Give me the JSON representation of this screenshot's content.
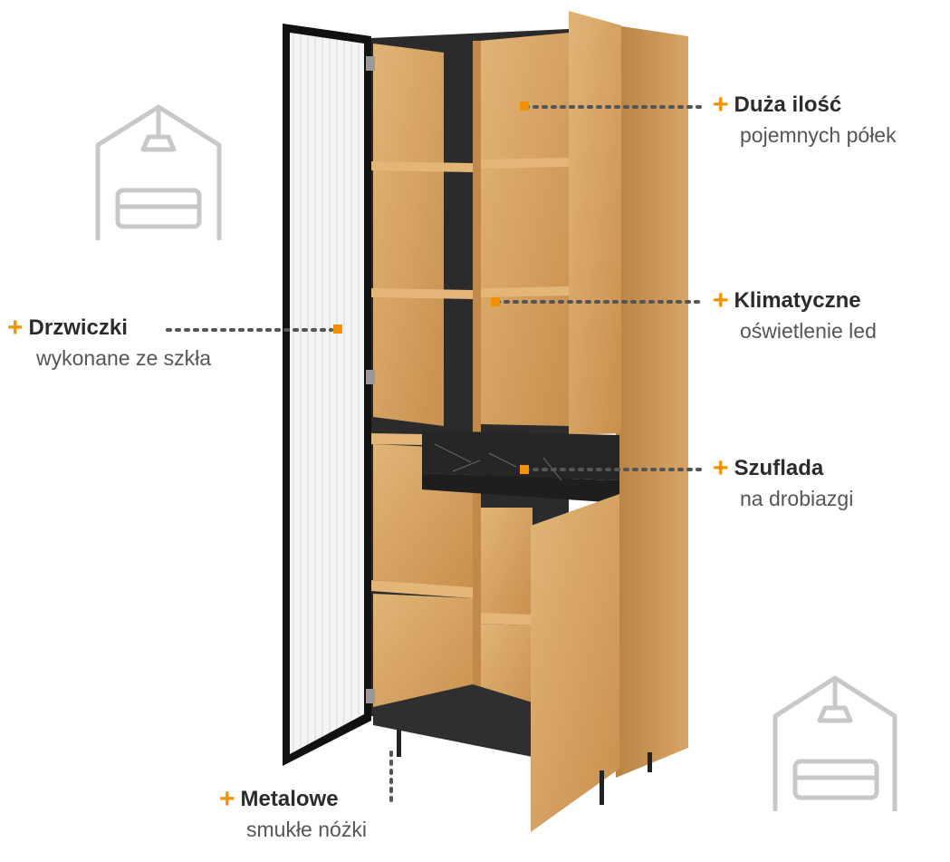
{
  "callouts": {
    "shelves": {
      "title": "Duża ilość",
      "subtitle": "pojemnych półek"
    },
    "lighting": {
      "title": "Klimatyczne",
      "subtitle": "oświetlenie led"
    },
    "door": {
      "title": "Drzwiczki",
      "subtitle": "wykonane ze szkła"
    },
    "drawer": {
      "title": "Szuflada",
      "subtitle": "na drobiazgi"
    },
    "legs": {
      "title": "Metalowe",
      "subtitle": "smukłe nóżki"
    }
  },
  "colors": {
    "accent": "#f39200",
    "oak": "#d9a868",
    "dark": "#2a2a2a",
    "watermark": "#c8c8c8"
  },
  "icons": [
    "house-sofa-watermark-icon",
    "plus-icon"
  ]
}
